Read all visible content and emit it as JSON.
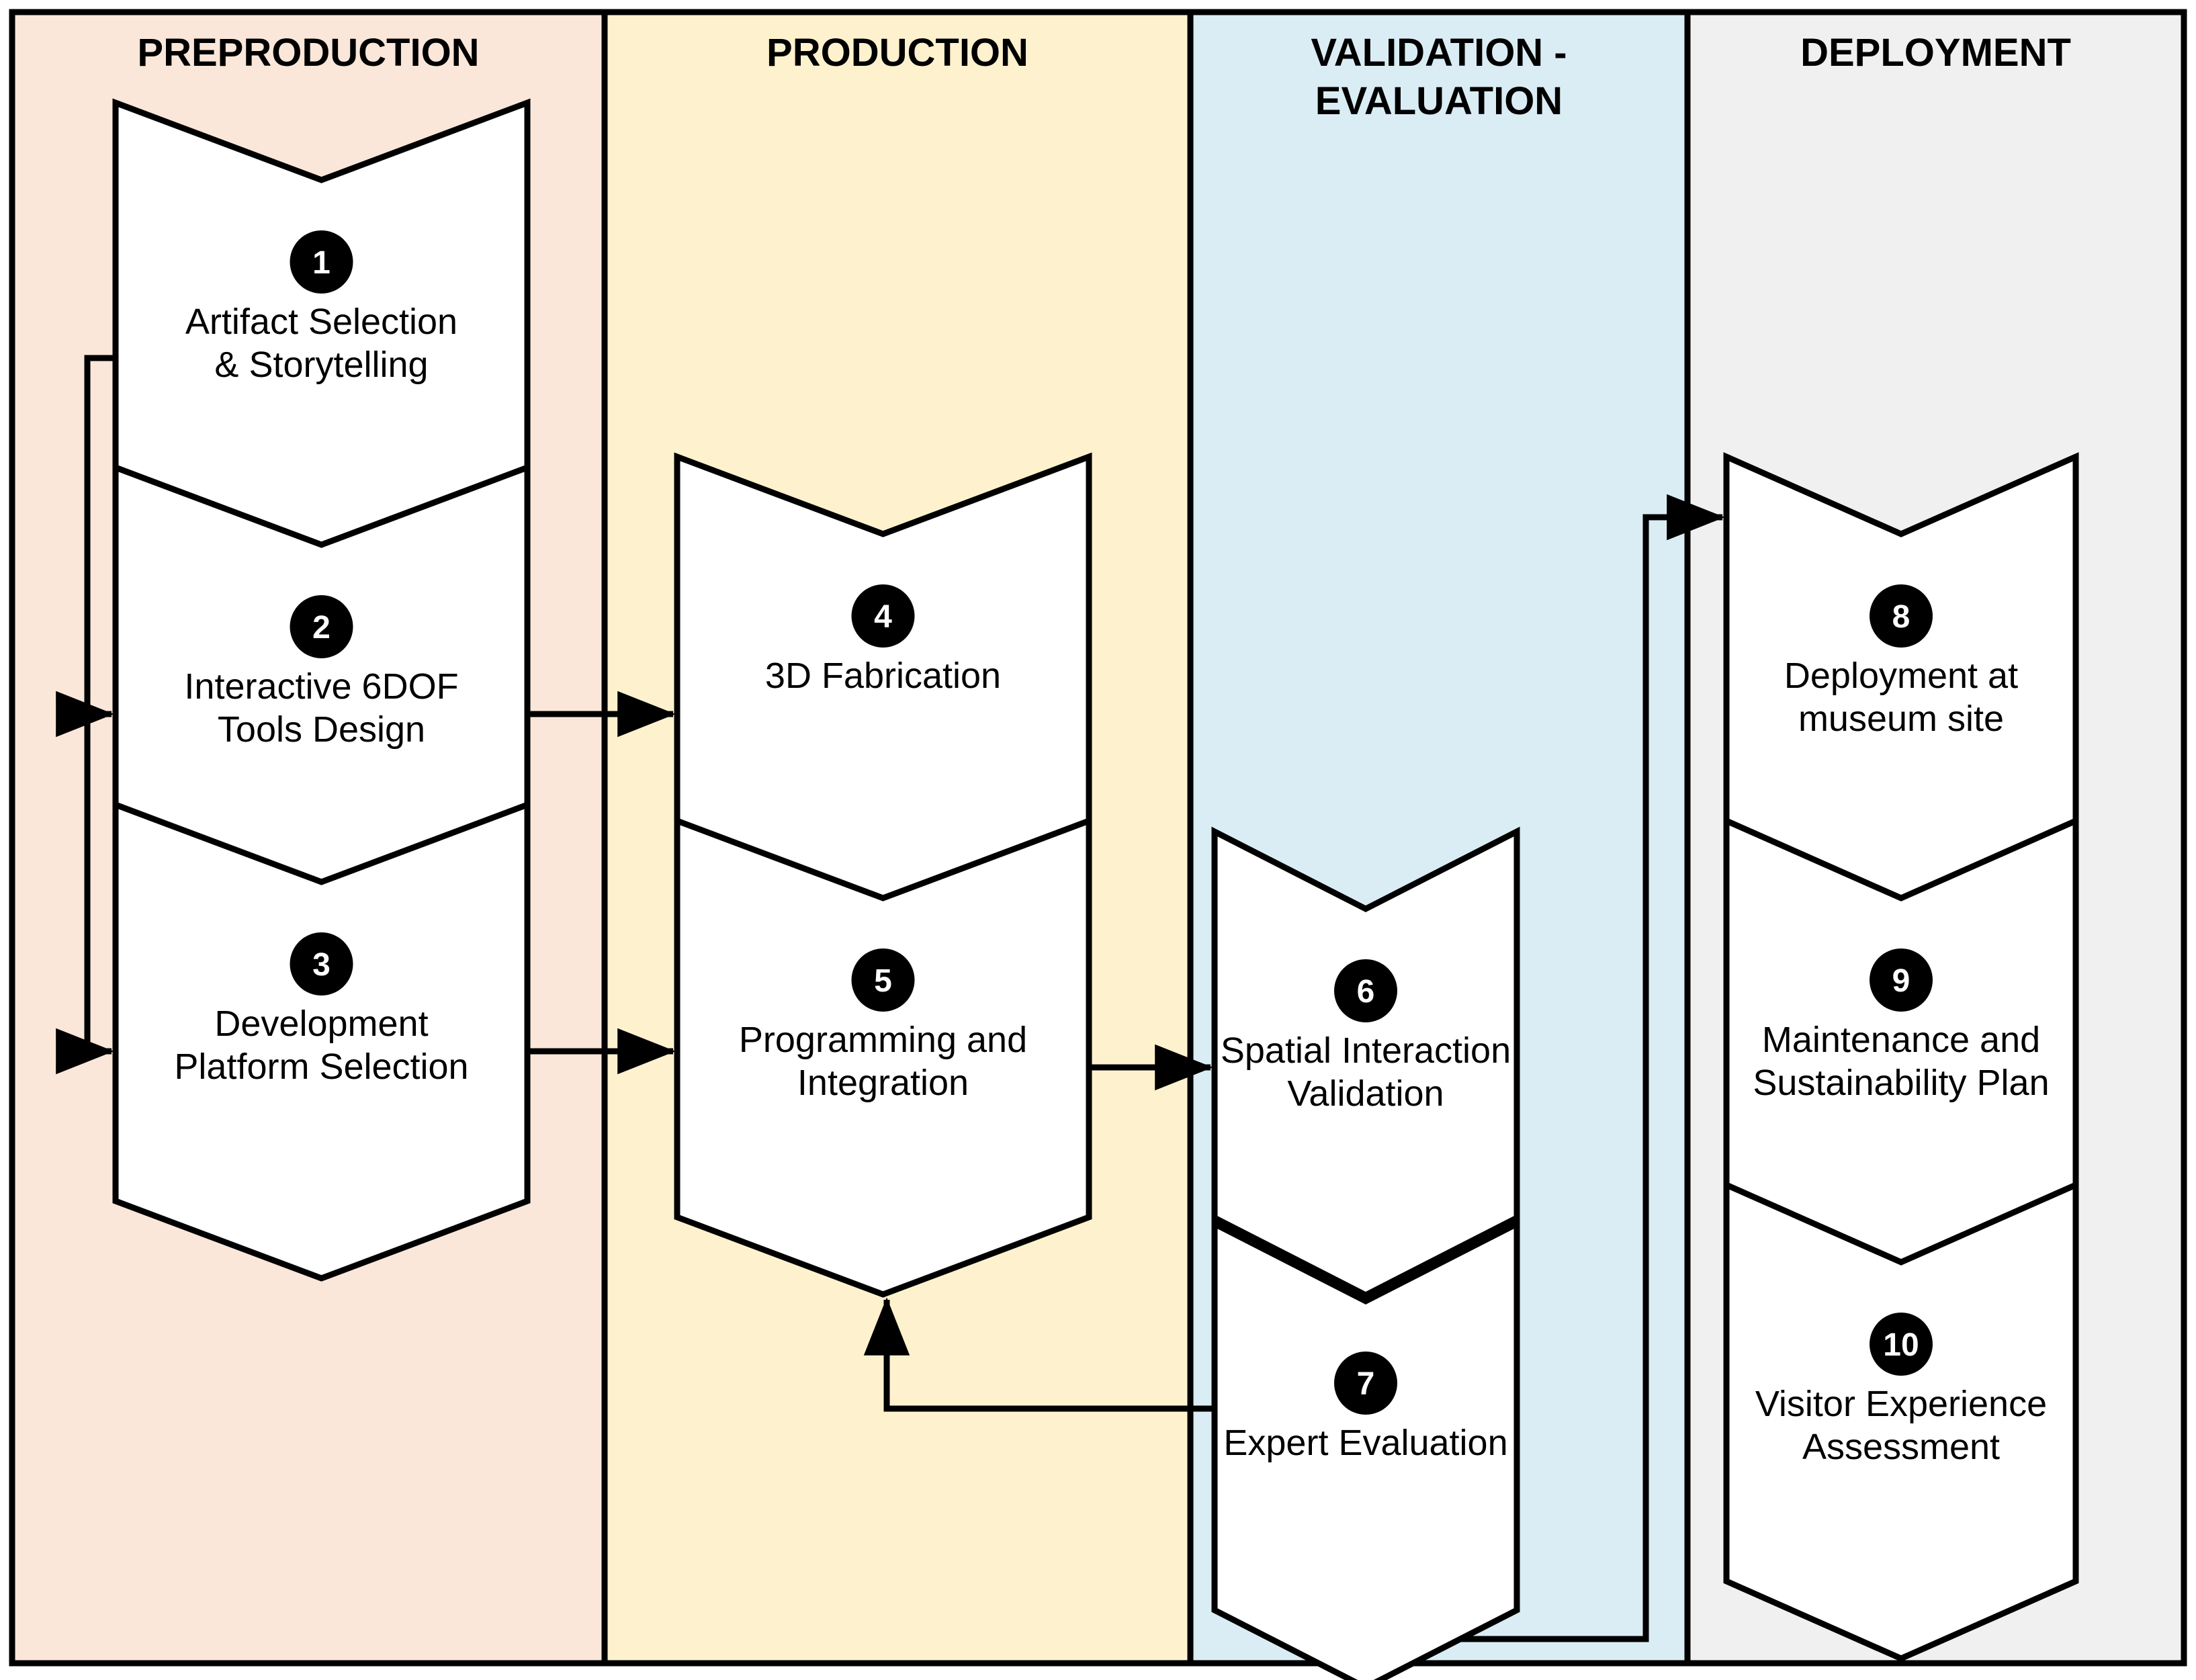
{
  "diagram": {
    "title": "Museum interactive experience development workflow",
    "type": "swimlane-flowchart",
    "colors": {
      "preproduction_fill": "#FAE7DA",
      "production_fill": "#FEF2CE",
      "validation_fill": "#DAEDF5",
      "deployment_fill": "#F0F0F0",
      "stroke": "#000000",
      "node_fill": "#FFFFFF",
      "badge_fill": "#000000",
      "badge_text": "#FFFFFF"
    }
  },
  "lanes": [
    {
      "id": "preproduction",
      "title": "PREPRODUCTION",
      "title_lines": [
        "PREPRODUCTION"
      ],
      "fill": "#FAE7DA"
    },
    {
      "id": "production",
      "title": "PRODUCTION",
      "title_lines": [
        "PRODUCTION"
      ],
      "fill": "#FEF2CE"
    },
    {
      "id": "validation",
      "title": "VALIDATION - EVALUATION",
      "title_lines": [
        "VALIDATION -",
        "EVALUATION"
      ],
      "fill": "#DAEDF5"
    },
    {
      "id": "deployment",
      "title": "DEPLOYMENT",
      "title_lines": [
        "DEPLOYMENT"
      ],
      "fill": "#F0F0F0"
    }
  ],
  "nodes": [
    {
      "num": "1",
      "lane": "preproduction",
      "label": "Artifact Selection & Storytelling",
      "lines": [
        "Artifact Selection",
        "& Storytelling"
      ]
    },
    {
      "num": "2",
      "lane": "preproduction",
      "label": "Interactive 6DOF Tools Design",
      "lines": [
        "Interactive 6DOF",
        "Tools Design"
      ]
    },
    {
      "num": "3",
      "lane": "preproduction",
      "label": "Development Platform Selection",
      "lines": [
        "Development",
        "Platform Selection"
      ]
    },
    {
      "num": "4",
      "lane": "production",
      "label": "3D Fabrication",
      "lines": [
        "3D Fabrication"
      ]
    },
    {
      "num": "5",
      "lane": "production",
      "label": "Programming and Integration",
      "lines": [
        "Programming and",
        "Integration"
      ]
    },
    {
      "num": "6",
      "lane": "validation",
      "label": "Spatial Interaction Validation",
      "lines": [
        "Spatial Interaction",
        "Validation"
      ]
    },
    {
      "num": "7",
      "lane": "validation",
      "label": "Expert Evaluation",
      "lines": [
        "Expert Evaluation"
      ]
    },
    {
      "num": "8",
      "lane": "deployment",
      "label": "Deployment at museum site",
      "lines": [
        "Deployment at",
        "museum site"
      ]
    },
    {
      "num": "9",
      "lane": "deployment",
      "label": "Maintenance and Sustainability Plan",
      "lines": [
        "Maintenance and",
        "Sustainability Plan"
      ]
    },
    {
      "num": "10",
      "lane": "deployment",
      "label": "Visitor Experience Assessment",
      "lines": [
        "Visitor Experience",
        "Assessment"
      ]
    }
  ],
  "connections": [
    {
      "from": "1",
      "to": "2",
      "kind": "feedback-bracket-left"
    },
    {
      "from": "1",
      "to": "3",
      "kind": "feedback-bracket-left"
    },
    {
      "from": "2",
      "to": "4",
      "kind": "right-arrow"
    },
    {
      "from": "3",
      "to": "5",
      "kind": "right-arrow"
    },
    {
      "from": "4",
      "to": "5",
      "kind": "down-arrow"
    },
    {
      "from": "5",
      "to": "6",
      "kind": "right-arrow"
    },
    {
      "from": "6",
      "to": "7",
      "kind": "down-arrow"
    },
    {
      "from": "7",
      "to": "5",
      "kind": "feedback-left-up"
    },
    {
      "from": "7",
      "to": "8",
      "kind": "loop-right-up"
    },
    {
      "from": "8",
      "to": "9",
      "kind": "down-arrow"
    },
    {
      "from": "9",
      "to": "10",
      "kind": "down-arrow"
    }
  ]
}
